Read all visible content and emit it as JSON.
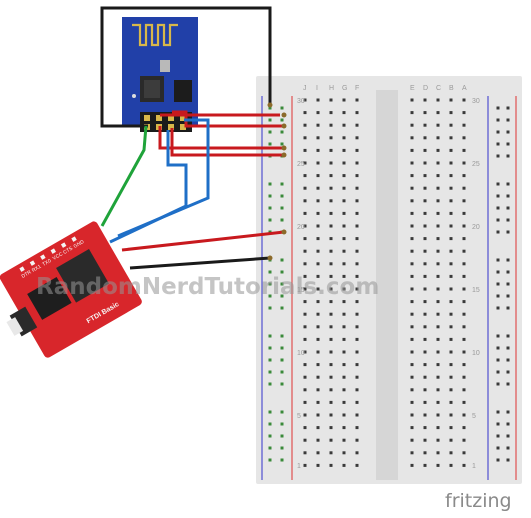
{
  "diagram": {
    "watermark": "RandomNerdTutorials.com",
    "brand": "fritzing",
    "ftdi_label": "FTDI Basic",
    "ftdi_pins": [
      "DTR",
      "RX1",
      "TX0",
      "VCC",
      "CTS",
      "GND"
    ],
    "breadboard": {
      "column_letters_left": [
        "F",
        "G",
        "H",
        "I",
        "J"
      ],
      "column_letters_right": [
        "A",
        "B",
        "C",
        "D",
        "E"
      ],
      "row_numbers": [
        "30",
        "25",
        "20",
        "15",
        "10",
        "5",
        "1"
      ]
    },
    "colors": {
      "wire_black": "#1a1a1a",
      "wire_red": "#c8191e",
      "wire_green": "#1fa33a",
      "wire_blue": "#1f6fc7",
      "esp_board": "#2140a8",
      "ftdi_board": "#d8262b",
      "breadboard": "#e6e6e6",
      "rail_red": "#d33",
      "rail_blue": "#33c"
    }
  }
}
